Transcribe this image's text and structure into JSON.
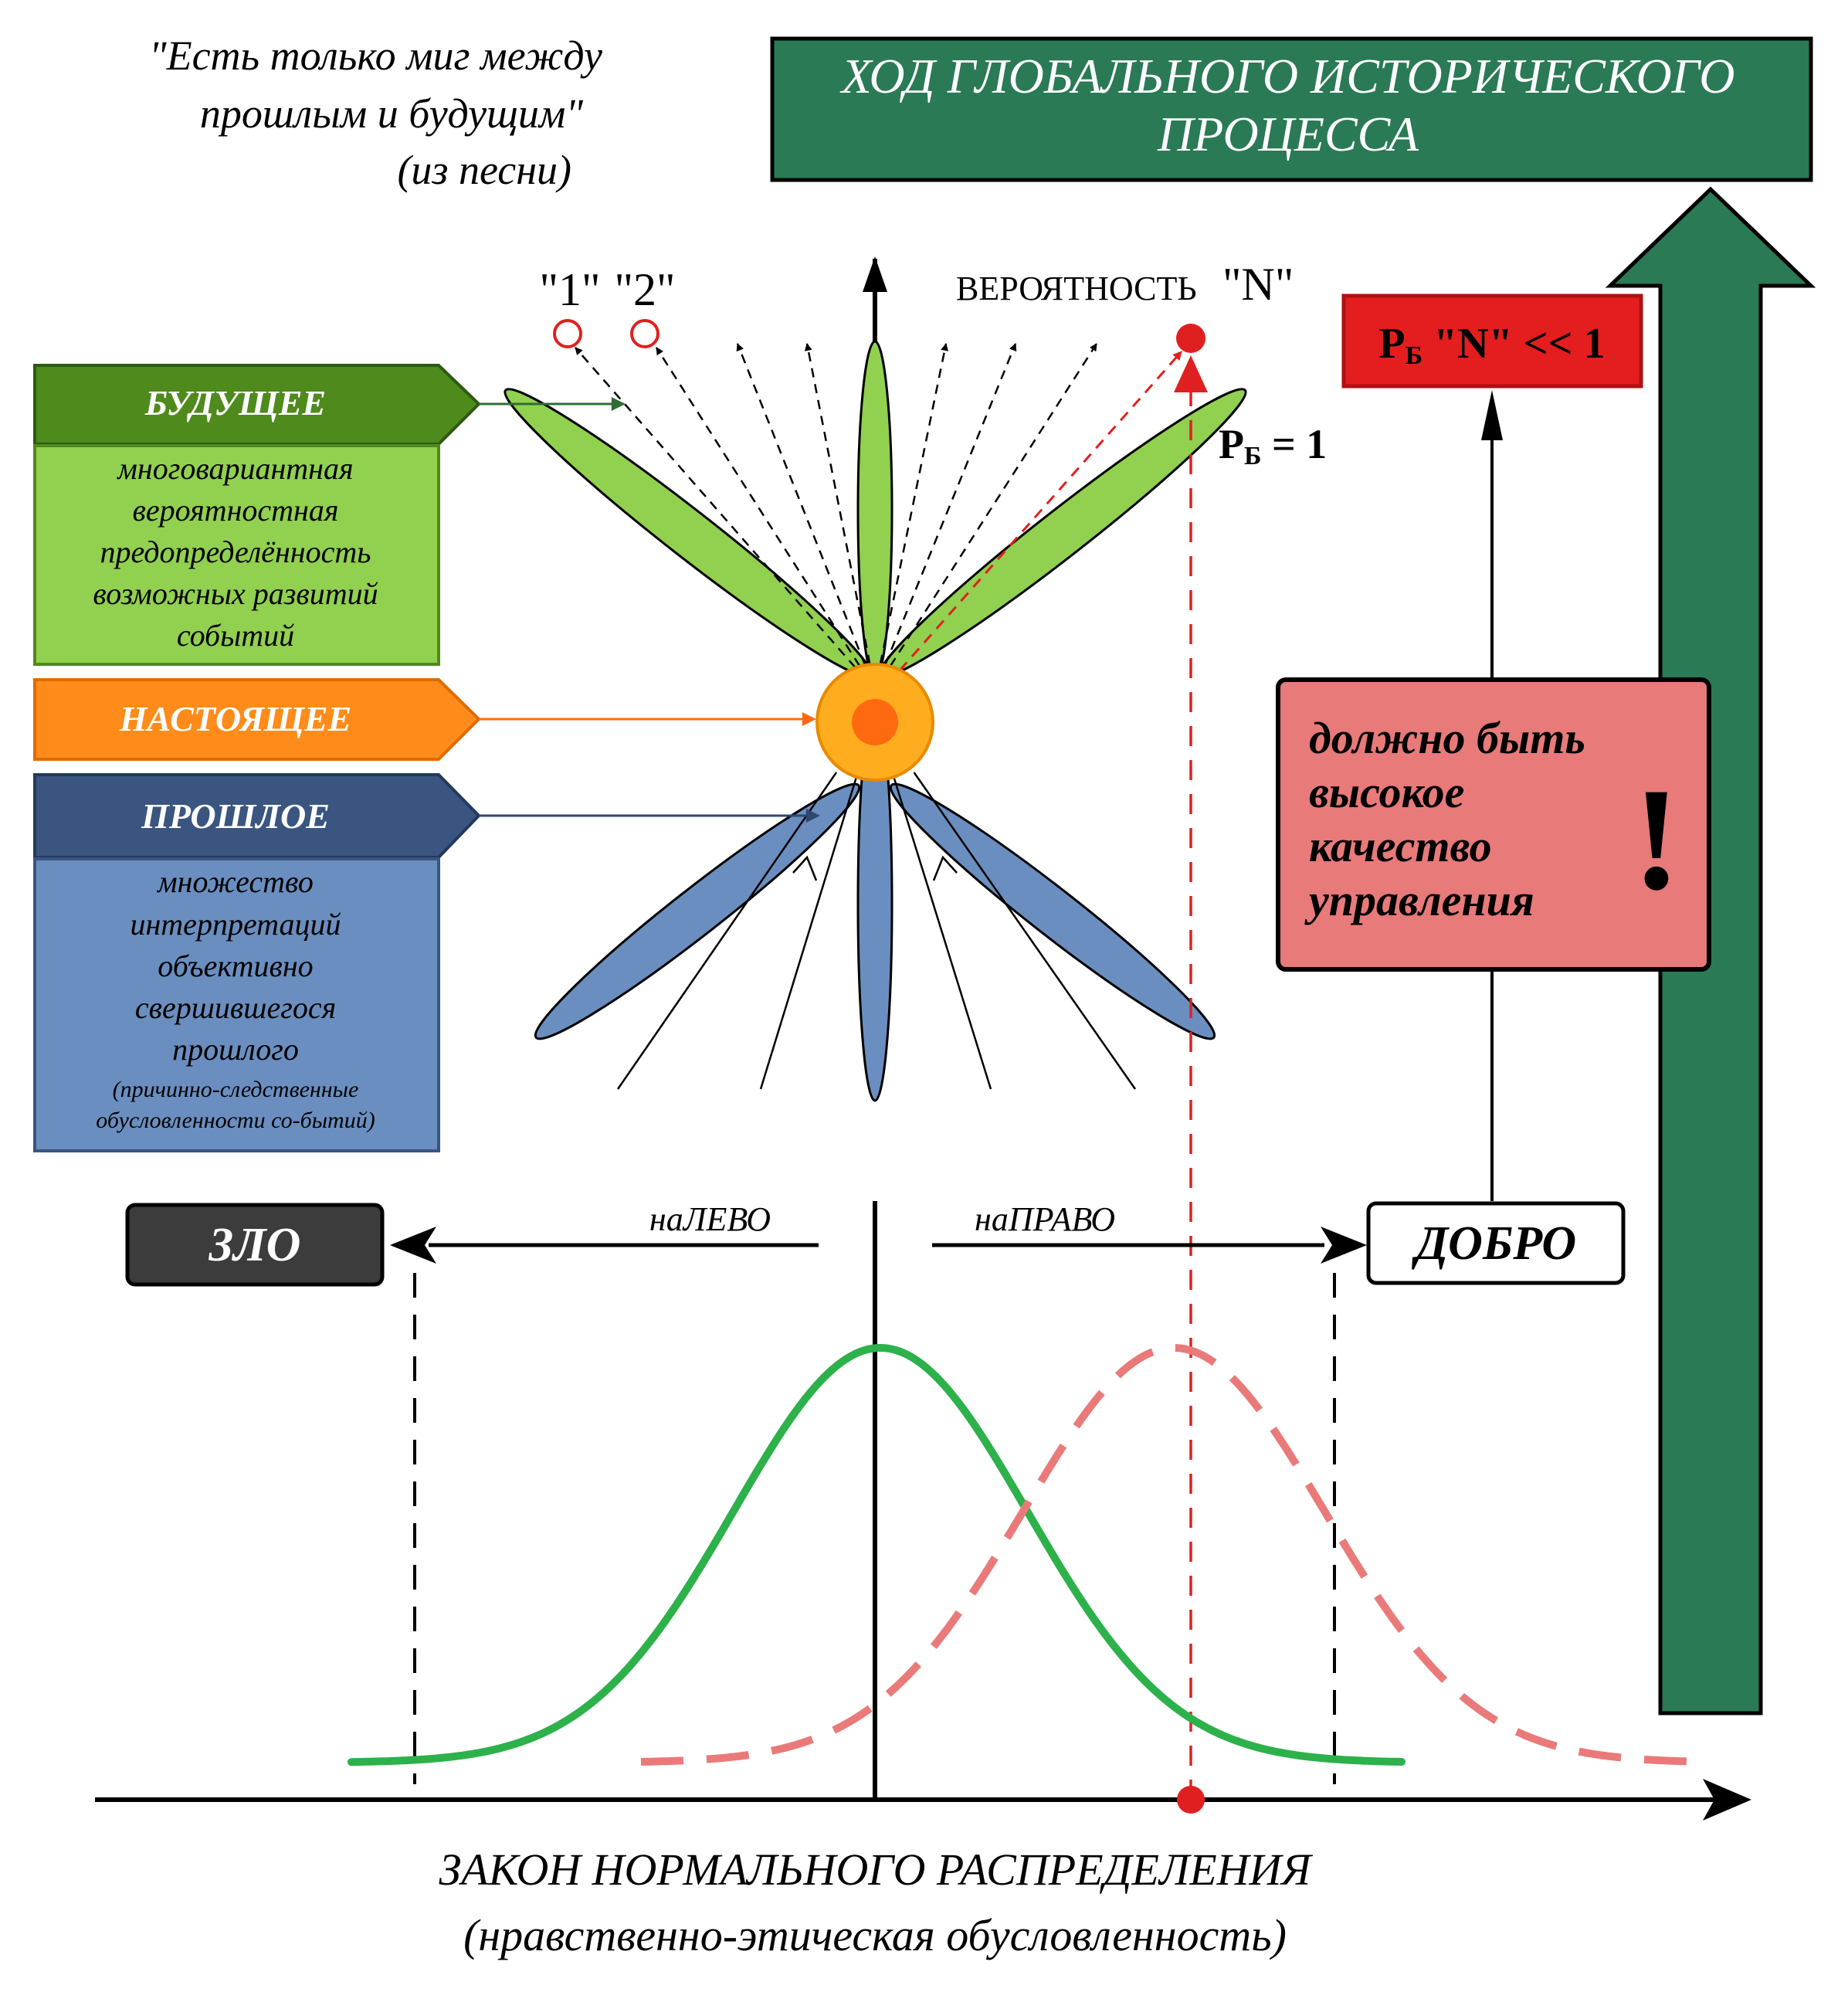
{
  "quote": {
    "line1": "\"Есть только миг между",
    "line2": "прошлым и будущим\"",
    "line3": "(из песни)"
  },
  "banner": {
    "line1": "ХОД ГЛОБАЛЬНОГО ИСТОРИЧЕСКОГО",
    "line2": "ПРОЦЕССА"
  },
  "future": {
    "title": "БУДУЩЕЕ",
    "desc": [
      "многовариантная",
      "вероятностная",
      "предопределённость",
      "возможных развитий",
      "событий"
    ]
  },
  "present": {
    "title": "НАСТОЯЩЕЕ"
  },
  "past": {
    "title": "ПРОШЛОЕ",
    "desc": [
      "множество",
      "интерпретаций",
      "объективно",
      "свершившегося",
      "прошлого"
    ],
    "note": [
      "(причинно-следственные",
      "обусловленности со-бытий)"
    ]
  },
  "labels": {
    "one": "\"1\"",
    "two": "\"2\"",
    "probability_word": "ВЕРОЯТНОСТЬ",
    "probability_n": "\"N\"",
    "pb_main": "P",
    "pb_sub": "Б",
    "pb_value": " = 1",
    "left": "наЛЕВО",
    "right": "наПРАВО",
    "axis_title": "ЗАКОН  НОРМАЛЬНОГО  РАСПРЕДЕЛЕНИЯ",
    "axis_subtitle": "(нравственно-этическая обусловленность)"
  },
  "pn_box": {
    "p": "P",
    "sub": "Б",
    "rest": " \"N\" << 1"
  },
  "warning": {
    "lines": [
      "должно быть",
      "высокое",
      "качество",
      "управления"
    ],
    "mark": "!"
  },
  "evil": {
    "label": "ЗЛО"
  },
  "good": {
    "label": "ДОБРО"
  },
  "colors": {
    "banner": "#2a7a56",
    "future_dark": "#4f8a1c",
    "future_light": "#92d050",
    "present": "#ff8c1a",
    "past_dark": "#3a5580",
    "past_light": "#6a8ebf",
    "curve_green": "#2db14a",
    "curve_red": "#ea7a7a",
    "accent_red": "#e02020",
    "warning_fill": "#e87a7a",
    "evil_fill": "#3c3c3c"
  }
}
